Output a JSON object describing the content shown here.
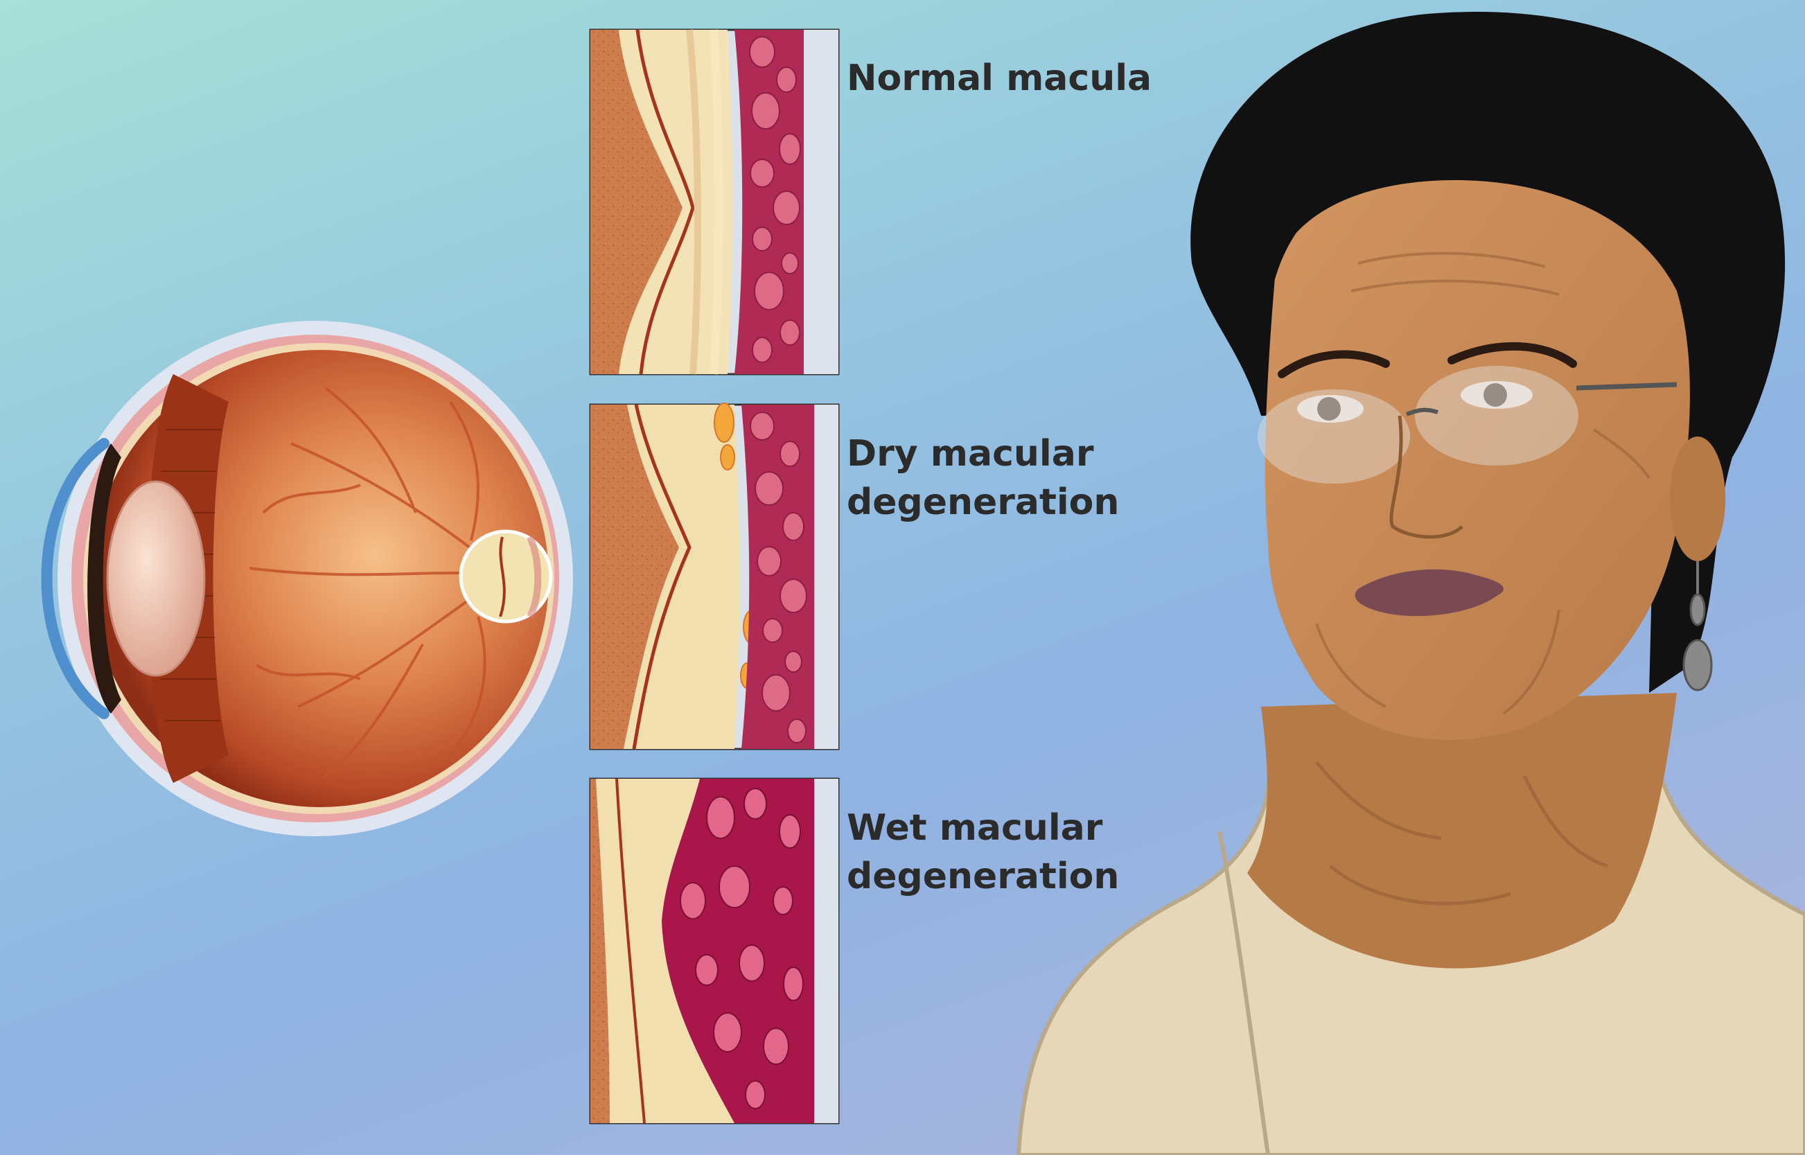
{
  "panels": [
    {
      "id": "normal",
      "lines": [
        "Normal macula"
      ]
    },
    {
      "id": "dry",
      "lines": [
        "Dry macular",
        "degeneration"
      ]
    },
    {
      "id": "wet",
      "lines": [
        "Wet macular",
        "degeneration"
      ]
    }
  ],
  "colors": {
    "label_text": "#2b2b2b",
    "choroid_red": "#b02a56",
    "retina_cream": "#f1dfb0",
    "sclera_orange": "#c8764a",
    "eye_interior": "#c1532c",
    "skin": "#c48a56",
    "hair": "#111111",
    "shirt": "#e6d7b8"
  }
}
